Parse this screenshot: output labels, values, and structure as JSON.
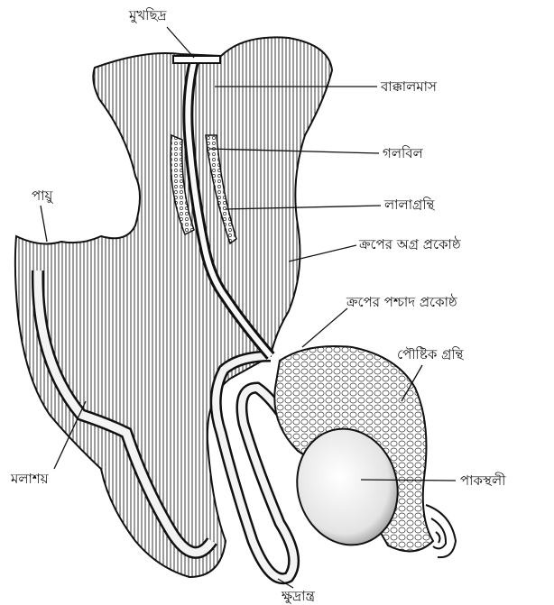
{
  "labels": {
    "mouth": "মুখছিদ্র",
    "buccal_mass": "বাক্কালমাস",
    "pharynx": "গলবিল",
    "salivary_gland": "লালাগ্রন্থি",
    "crop_anterior": "ক্রপের অগ্র প্রকোষ্ঠ",
    "crop_posterior": "ক্রপের পশ্চাদ প্রকোষ্ঠ",
    "digestive_gland": "পৌষ্টিক গ্রন্থি",
    "stomach": "পাকস্থলী",
    "anus": "পায়ু",
    "rectum": "মলাশয়",
    "intestine": "ক্ষুদ্রান্ত্র"
  },
  "colors": {
    "ink": "#111111",
    "paper": "#ffffff",
    "tissue": "#d9d9d9"
  }
}
